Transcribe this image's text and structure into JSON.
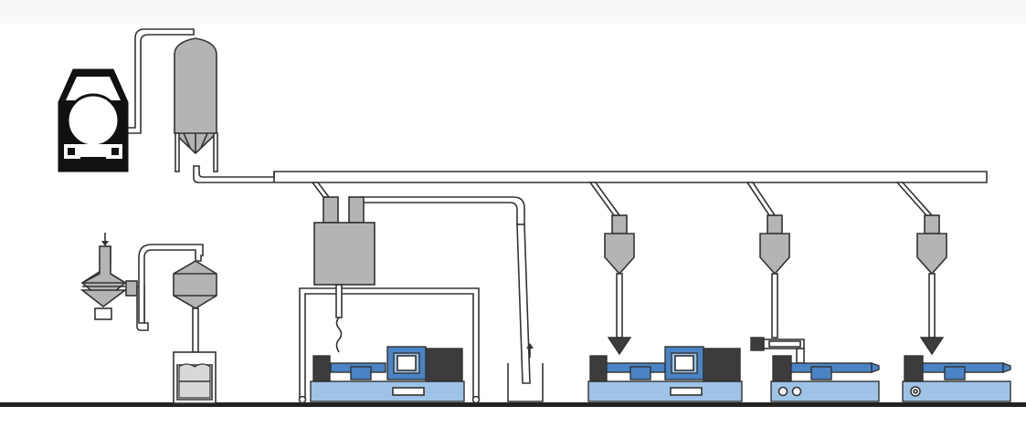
{
  "diagram": {
    "stroke": "#333333",
    "pipe_fill": "#ffffff",
    "equipment_fill": "#b4b4b4",
    "dark_fill": "#3c3c3c",
    "accent_blue": "#4a84c4",
    "screen_blue": "#9fc3e6",
    "components": [
      "tank-truck-icon",
      "storage-silo",
      "main-conveying-line",
      "bag-dump-station",
      "dust-collector",
      "container-hopper",
      "central-dryer",
      "dryer-support-frame",
      "dryer-feed-line",
      "regrind-bin",
      "hopper-loader",
      "injection-molding-machine",
      "blender-side-feeder",
      "extruder-machine",
      "floor-line"
    ]
  }
}
